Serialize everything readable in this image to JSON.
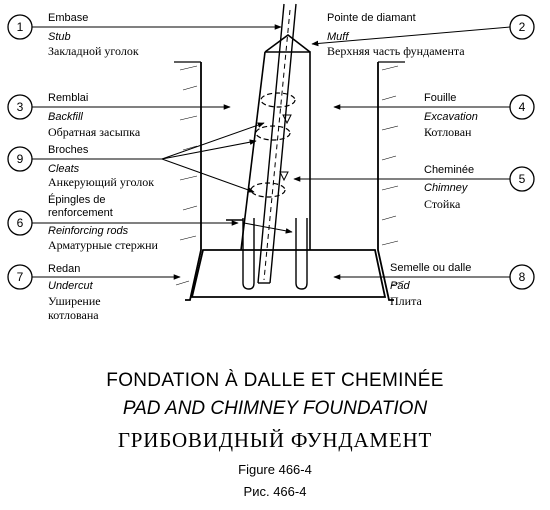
{
  "callouts": [
    {
      "num": "1",
      "fr": "Embase",
      "en": "Stub",
      "ru": "Закладной уголок"
    },
    {
      "num": "2",
      "fr": "Pointe de diamant",
      "en": "Muff",
      "ru": "Верхняя часть фундамента"
    },
    {
      "num": "3",
      "fr": "Remblai",
      "en": "Backfill",
      "ru": "Обратная засыпка"
    },
    {
      "num": "4",
      "fr": "Fouille",
      "en": "Excavation",
      "ru": "Котлован"
    },
    {
      "num": "9",
      "fr": "Broches",
      "en": "Cleats",
      "ru": "Анкерующий уголок"
    },
    {
      "num": "5",
      "fr": "Cheminée",
      "en": "Chimney",
      "ru": "Стойка"
    },
    {
      "num": "6",
      "fr_line1": "Épingles de",
      "fr_line2": "renforcement",
      "en": "Reinforcing rods",
      "ru": "Арматурные стержни"
    },
    {
      "num": "7",
      "fr": "Redan",
      "en": "Undercut",
      "ru_line1": "Уширение",
      "ru_line2": "котлована"
    },
    {
      "num": "8",
      "fr": "Semelle ou dalle",
      "en": "Pad",
      "ru": "Плита"
    }
  ],
  "captions": {
    "fr": "FONDATION À DALLE ET CHEMINÉE",
    "en": "PAD AND CHIMNEY FOUNDATION",
    "ru": "ГРИБОВИДНЫЙ ФУНДАМЕНТ",
    "figure": "Figure 466-4",
    "figure_ru": "Рис. 466-4"
  }
}
